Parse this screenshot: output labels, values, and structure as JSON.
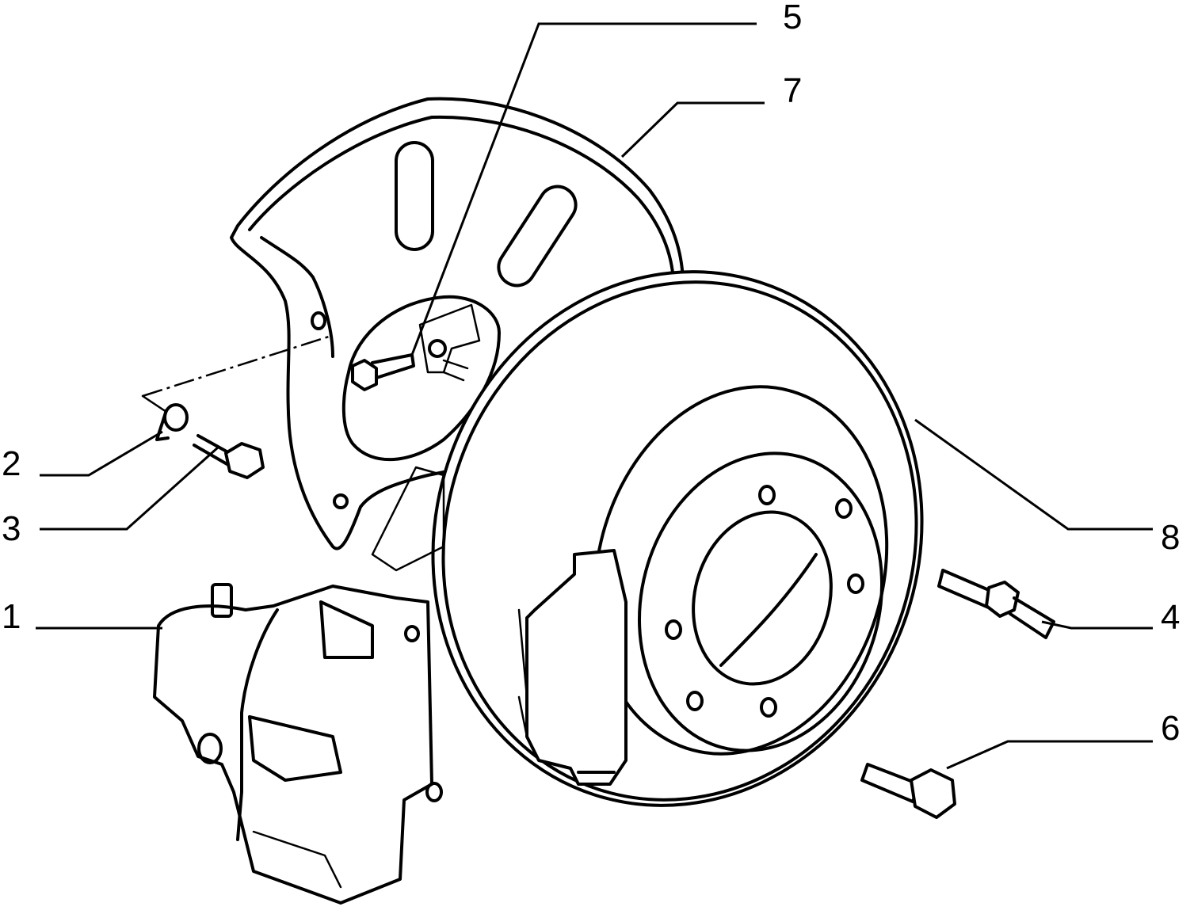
{
  "callouts": [
    {
      "id": "1",
      "text": "1",
      "part": "brake-caliper"
    },
    {
      "id": "2",
      "text": "2",
      "part": "clip"
    },
    {
      "id": "3",
      "text": "3",
      "part": "caliper-bolt"
    },
    {
      "id": "4",
      "text": "4",
      "part": "stud"
    },
    {
      "id": "5",
      "text": "5",
      "part": "shield-screw"
    },
    {
      "id": "6",
      "text": "6",
      "part": "hex-bolt"
    },
    {
      "id": "7",
      "text": "7",
      "part": "dust-shield"
    },
    {
      "id": "8",
      "text": "8",
      "part": "brake-disc"
    }
  ],
  "colors": {
    "line": "#000000",
    "background": "#ffffff"
  }
}
